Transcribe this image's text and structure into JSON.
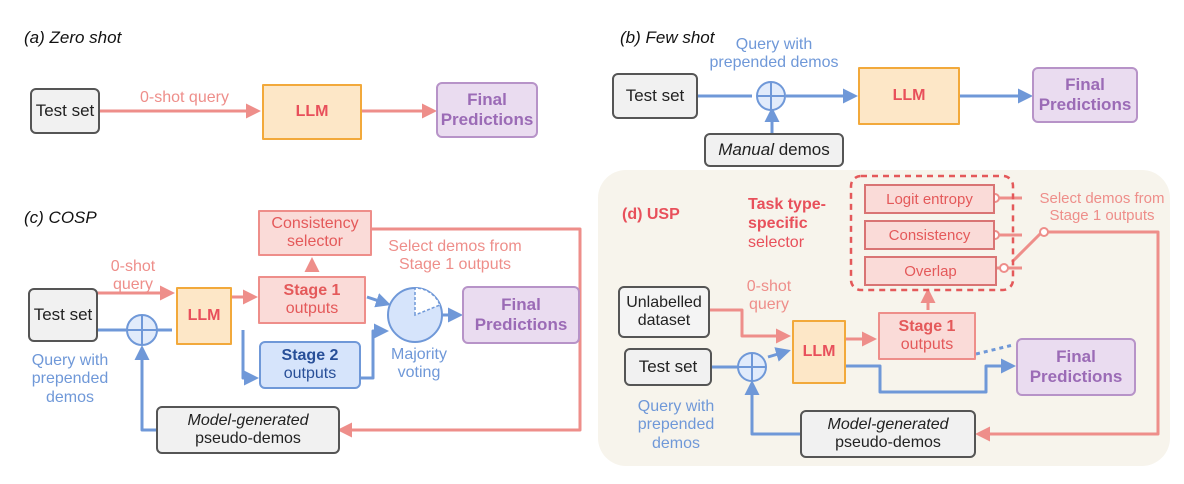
{
  "colors": {
    "pink": "#ee8e8a",
    "blue": "#6f98d8",
    "llm_fill": "#fde7c7",
    "final_fill": "#eadcf0",
    "usp_bg": "#f7f4ec"
  },
  "panel_a": {
    "title": "(a) Zero shot",
    "test_set": "Test set",
    "query": "0-shot query",
    "llm": "LLM",
    "final": [
      "Final",
      "Predictions"
    ]
  },
  "panel_b": {
    "title": "(b) Few shot",
    "query": [
      "Query with",
      "prepended demos"
    ],
    "test_set": "Test set",
    "llm": "LLM",
    "final": [
      "Final",
      "Predictions"
    ],
    "manual_italic": "Manual",
    "manual_rest": " demos"
  },
  "panel_c": {
    "title": "(c) COSP",
    "consistency_selector": [
      "Consistency",
      "selector"
    ],
    "select_demos": [
      "Select demos from",
      "Stage 1 outputs"
    ],
    "query": [
      "0-shot",
      "query"
    ],
    "test_set": "Test set",
    "llm": "LLM",
    "stage1": [
      "Stage 1",
      "outputs"
    ],
    "stage2": [
      "Stage 2",
      "outputs"
    ],
    "majority": [
      "Majority",
      "voting"
    ],
    "final": [
      "Final",
      "Predictions"
    ],
    "query_prepended": [
      "Query with",
      "prepended",
      "demos"
    ],
    "pseudo_italic": "Model-generated",
    "pseudo_rest": "pseudo-demos"
  },
  "panel_d": {
    "title": "(d) USP",
    "task_type": [
      "Task type-",
      "specific"
    ],
    "selector_word": "selector",
    "selectors": [
      "Logit entropy",
      "Consistency",
      "Overlap"
    ],
    "select_demos": [
      "Select demos from",
      "Stage 1 outputs"
    ],
    "unlabelled": [
      "Unlabelled",
      "dataset"
    ],
    "query": [
      "0-shot",
      "query"
    ],
    "test_set": "Test set",
    "llm": "LLM",
    "stage1": [
      "Stage 1",
      "outputs"
    ],
    "final": [
      "Final",
      "Predictions"
    ],
    "query_prepended": [
      "Query with",
      "prepended",
      "demos"
    ],
    "pseudo_italic": "Model-generated",
    "pseudo_rest": "pseudo-demos"
  }
}
